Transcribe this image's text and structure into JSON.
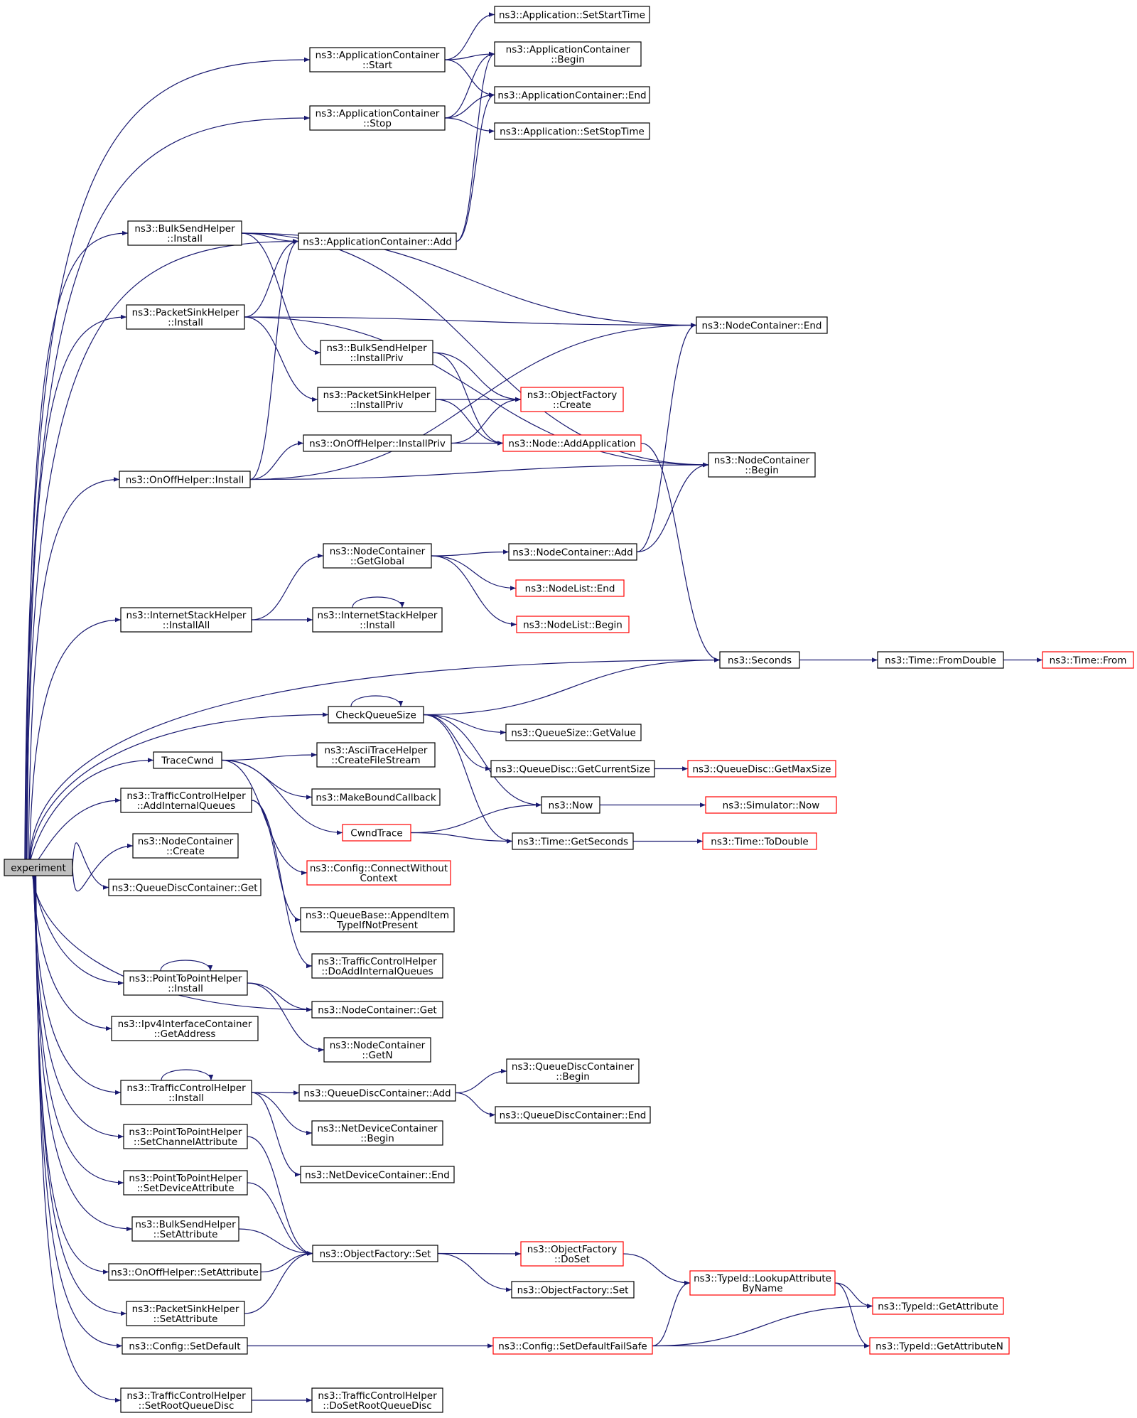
{
  "colors": {
    "edge": "#191970",
    "box_border": "#000000",
    "ext_border": "#ff0000",
    "root_fill": "#bfbfbf",
    "fill": "#ffffff"
  },
  "nodes": [
    {
      "id": "experiment",
      "lines": [
        "experiment"
      ],
      "root": true
    },
    {
      "id": "app_start",
      "lines": [
        "ns3::ApplicationContainer",
        "::Start"
      ]
    },
    {
      "id": "app_stop",
      "lines": [
        "ns3::ApplicationContainer",
        "::Stop"
      ]
    },
    {
      "id": "app_setstart",
      "lines": [
        "ns3::Application::SetStartTime"
      ]
    },
    {
      "id": "app_begin",
      "lines": [
        "ns3::ApplicationContainer",
        "::Begin"
      ]
    },
    {
      "id": "app_end",
      "lines": [
        "ns3::ApplicationContainer::End"
      ]
    },
    {
      "id": "app_setstop",
      "lines": [
        "ns3::Application::SetStopTime"
      ]
    },
    {
      "id": "bulk_install",
      "lines": [
        "ns3::BulkSendHelper",
        "::Install"
      ]
    },
    {
      "id": "app_add",
      "lines": [
        "ns3::ApplicationContainer::Add"
      ]
    },
    {
      "id": "sink_install",
      "lines": [
        "ns3::PacketSinkHelper",
        "::Install"
      ]
    },
    {
      "id": "nc_end",
      "lines": [
        "ns3::NodeContainer::End"
      ]
    },
    {
      "id": "bulk_priv",
      "lines": [
        "ns3::BulkSendHelper",
        "::InstallPriv"
      ]
    },
    {
      "id": "sink_priv",
      "lines": [
        "ns3::PacketSinkHelper",
        "::InstallPriv"
      ]
    },
    {
      "id": "of_create",
      "lines": [
        "ns3::ObjectFactory",
        "::Create"
      ],
      "ext": true
    },
    {
      "id": "onoff_priv",
      "lines": [
        "ns3::OnOffHelper::InstallPriv"
      ]
    },
    {
      "id": "node_addapp",
      "lines": [
        "ns3::Node::AddApplication"
      ],
      "ext": true
    },
    {
      "id": "onoff_install",
      "lines": [
        "ns3::OnOffHelper::Install"
      ]
    },
    {
      "id": "nc_begin",
      "lines": [
        "ns3::NodeContainer",
        "::Begin"
      ]
    },
    {
      "id": "nc_getglobal",
      "lines": [
        "ns3::NodeContainer",
        "::GetGlobal"
      ]
    },
    {
      "id": "nc_add",
      "lines": [
        "ns3::NodeContainer::Add"
      ]
    },
    {
      "id": "nl_end",
      "lines": [
        "ns3::NodeList::End"
      ],
      "ext": true
    },
    {
      "id": "nl_begin",
      "lines": [
        "ns3::NodeList::Begin"
      ],
      "ext": true
    },
    {
      "id": "ish_installall",
      "lines": [
        "ns3::InternetStackHelper",
        "::InstallAll"
      ]
    },
    {
      "id": "ish_install",
      "lines": [
        "ns3::InternetStackHelper",
        "::Install"
      ]
    },
    {
      "id": "seconds",
      "lines": [
        "ns3::Seconds"
      ]
    },
    {
      "id": "fromdouble",
      "lines": [
        "ns3::Time::FromDouble"
      ]
    },
    {
      "id": "time_from",
      "lines": [
        "ns3::Time::From"
      ],
      "ext": true
    },
    {
      "id": "checkq",
      "lines": [
        "CheckQueueSize"
      ]
    },
    {
      "id": "qs_getvalue",
      "lines": [
        "ns3::QueueSize::GetValue"
      ]
    },
    {
      "id": "qd_getcur",
      "lines": [
        "ns3::QueueDisc::GetCurrentSize"
      ]
    },
    {
      "id": "qd_getmax",
      "lines": [
        "ns3::QueueDisc::GetMaxSize"
      ],
      "ext": true
    },
    {
      "id": "tracecwnd",
      "lines": [
        "TraceCwnd"
      ]
    },
    {
      "id": "ascii_create",
      "lines": [
        "ns3::AsciiTraceHelper",
        "::CreateFileStream"
      ]
    },
    {
      "id": "makebound",
      "lines": [
        "ns3::MakeBoundCallback"
      ]
    },
    {
      "id": "now",
      "lines": [
        "ns3::Now"
      ]
    },
    {
      "id": "sim_now",
      "lines": [
        "ns3::Simulator::Now"
      ],
      "ext": true
    },
    {
      "id": "cwndtrace",
      "lines": [
        "CwndTrace"
      ],
      "ext": true
    },
    {
      "id": "time_getsec",
      "lines": [
        "ns3::Time::GetSeconds"
      ]
    },
    {
      "id": "time_todouble",
      "lines": [
        "ns3::Time::ToDouble"
      ],
      "ext": true
    },
    {
      "id": "tch_addint",
      "lines": [
        "ns3::TrafficControlHelper",
        "::AddInternalQueues"
      ]
    },
    {
      "id": "nc_create",
      "lines": [
        "ns3::NodeContainer",
        "::Create"
      ]
    },
    {
      "id": "cfg_connect",
      "lines": [
        "ns3::Config::ConnectWithout",
        "Context"
      ],
      "ext": true
    },
    {
      "id": "qdc_get",
      "lines": [
        "ns3::QueueDiscContainer::Get"
      ]
    },
    {
      "id": "qb_append",
      "lines": [
        "ns3::QueueBase::AppendItem",
        "TypeIfNotPresent"
      ]
    },
    {
      "id": "tch_doaddint",
      "lines": [
        "ns3::TrafficControlHelper",
        "::DoAddInternalQueues"
      ]
    },
    {
      "id": "p2p_install",
      "lines": [
        "ns3::PointToPointHelper",
        "::Install"
      ]
    },
    {
      "id": "nc_get",
      "lines": [
        "ns3::NodeContainer::Get"
      ]
    },
    {
      "id": "ipv4_getaddr",
      "lines": [
        "ns3::Ipv4InterfaceContainer",
        "::GetAddress"
      ]
    },
    {
      "id": "nc_getn",
      "lines": [
        "ns3::NodeContainer",
        "::GetN"
      ]
    },
    {
      "id": "tch_install",
      "lines": [
        "ns3::TrafficControlHelper",
        "::Install"
      ]
    },
    {
      "id": "qdc_add",
      "lines": [
        "ns3::QueueDiscContainer::Add"
      ]
    },
    {
      "id": "qdc_begin",
      "lines": [
        "ns3::QueueDiscContainer",
        "::Begin"
      ]
    },
    {
      "id": "qdc_end",
      "lines": [
        "ns3::QueueDiscContainer::End"
      ]
    },
    {
      "id": "ndc_begin",
      "lines": [
        "ns3::NetDeviceContainer",
        "::Begin"
      ]
    },
    {
      "id": "ndc_end",
      "lines": [
        "ns3::NetDeviceContainer::End"
      ]
    },
    {
      "id": "p2p_setchan",
      "lines": [
        "ns3::PointToPointHelper",
        "::SetChannelAttribute"
      ]
    },
    {
      "id": "p2p_setdev",
      "lines": [
        "ns3::PointToPointHelper",
        "::SetDeviceAttribute"
      ]
    },
    {
      "id": "bulk_setattr",
      "lines": [
        "ns3::BulkSendHelper",
        "::SetAttribute"
      ]
    },
    {
      "id": "of_set",
      "lines": [
        "ns3::ObjectFactory::Set"
      ]
    },
    {
      "id": "of_doset",
      "lines": [
        "ns3::ObjectFactory",
        "::DoSet"
      ],
      "ext": true
    },
    {
      "id": "onoff_setattr",
      "lines": [
        "ns3::OnOffHelper::SetAttribute"
      ]
    },
    {
      "id": "tid_lookup",
      "lines": [
        "ns3::TypeId::LookupAttribute",
        "ByName"
      ],
      "ext": true
    },
    {
      "id": "of_set2",
      "lines": [
        "ns3::ObjectFactory::Set"
      ]
    },
    {
      "id": "sink_setattr",
      "lines": [
        "ns3::PacketSinkHelper",
        "::SetAttribute"
      ]
    },
    {
      "id": "tid_getattr",
      "lines": [
        "ns3::TypeId::GetAttribute"
      ],
      "ext": true
    },
    {
      "id": "cfg_setdefault",
      "lines": [
        "ns3::Config::SetDefault"
      ]
    },
    {
      "id": "cfg_setdefaultfs",
      "lines": [
        "ns3::Config::SetDefaultFailSafe"
      ],
      "ext": true
    },
    {
      "id": "tid_getattrn",
      "lines": [
        "ns3::TypeId::GetAttributeN"
      ],
      "ext": true
    },
    {
      "id": "tch_setroot",
      "lines": [
        "ns3::TrafficControlHelper",
        "::SetRootQueueDisc"
      ]
    },
    {
      "id": "tch_dosetroot",
      "lines": [
        "ns3::TrafficControlHelper",
        "::DoSetRootQueueDisc"
      ]
    }
  ]
}
